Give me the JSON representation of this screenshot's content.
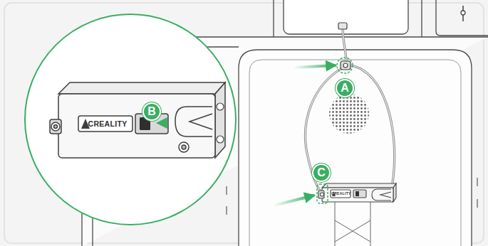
{
  "diagram": {
    "nodes": [
      {
        "text": [
          "A"
        ]
      },
      {
        "text": [
          "B"
        ]
      },
      {
        "text": [
          "C"
        ]
      }
    ],
    "labels": [
      "CREALITY",
      "CREALITY"
    ]
  }
}
